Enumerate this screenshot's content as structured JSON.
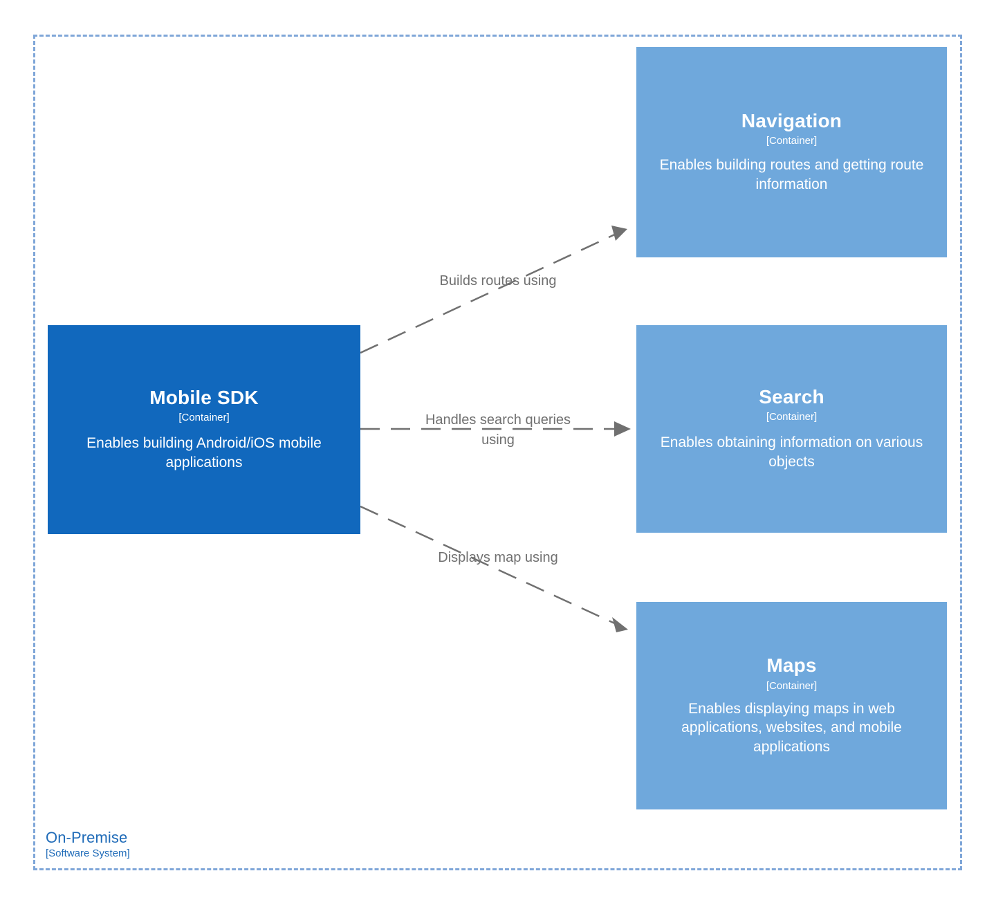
{
  "diagram": {
    "type": "c4-container-diagram",
    "background": "#ffffff",
    "boundary": {
      "name": "On-Premise",
      "type_label": "[Software System]",
      "style": "dashed",
      "color": "#7FA6D8"
    },
    "colors": {
      "primary_node": "#1168BD",
      "standard_node": "#6FA8DC",
      "node_text": "#ffffff",
      "relationship": "#707070",
      "boundary": "#7FA6D8",
      "boundary_text": "#1F6BB8"
    }
  },
  "nodes": [
    {
      "id": "mobile-sdk",
      "title": "Mobile SDK",
      "type_label": "[Container]",
      "description": "Enables building Android/iOS mobile applications",
      "fill": "#1168BD"
    },
    {
      "id": "navigation",
      "title": "Navigation",
      "type_label": "[Container]",
      "description": "Enables building routes and getting route information",
      "fill": "#6FA8DC"
    },
    {
      "id": "search",
      "title": "Search",
      "type_label": "[Container]",
      "description": "Enables obtaining information on various objects",
      "fill": "#6FA8DC"
    },
    {
      "id": "maps",
      "title": "Maps",
      "type_label": "[Container]",
      "description": "Enables displaying maps in web applications, websites, and mobile applications",
      "fill": "#6FA8DC"
    }
  ],
  "relationships": [
    {
      "id": "builds-routes",
      "from": "mobile-sdk",
      "to": "navigation",
      "label": "Builds routes using",
      "style": "dashed"
    },
    {
      "id": "handles-search",
      "from": "mobile-sdk",
      "to": "search",
      "label": "Handles search queries using",
      "style": "dashed"
    },
    {
      "id": "displays-map",
      "from": "mobile-sdk",
      "to": "maps",
      "label": "Displays map using",
      "style": "dashed"
    }
  ]
}
